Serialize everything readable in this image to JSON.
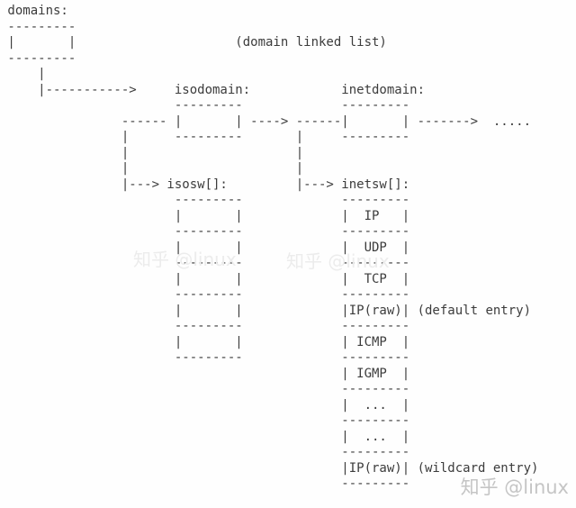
{
  "page": {
    "background": "#fefefe",
    "ink_color": "#3c3c3c"
  },
  "diagram": {
    "caption": "(domain linked list)",
    "head_label": "domains:",
    "domain_nodes": [
      "isodomain:",
      "inetdomain:"
    ],
    "protosw_arrays": [
      "isosw[]:",
      "inetsw[]:"
    ],
    "isosw_entries": [
      "",
      "",
      "",
      "",
      ""
    ],
    "inetsw_entries": [
      "IP",
      "UDP",
      "TCP",
      "IP(raw)",
      "ICMP",
      "IGMP",
      "...",
      "...",
      "IP(raw)"
    ],
    "entry_notes": {
      "default": "(default entry)",
      "wildcard": "(wildcard entry)"
    },
    "continuation": ".....",
    "lines": [
      " domains:",
      " ---------",
      " |       |                     (domain linked list)",
      " ---------",
      "     |",
      "     |----------->     isodomain:            inetdomain:",
      "                       ---------             ---------",
      "                ------ |       | ----> ------|       | ------->  .....",
      "                |      ---------       |     ---------",
      "                |                      |",
      "                |                      |",
      "                |---> isosw[]:         |---> inetsw[]:",
      "                       ---------             ---------",
      "                       |       |             |  IP   |",
      "                       ---------             ---------",
      "                       |       |             |  UDP  |",
      "                       ---------             ---------",
      "                       |       |             |  TCP  |",
      "                       ---------             ---------",
      "                       |       |             |IP(raw)| (default entry)",
      "                       ---------             ---------",
      "                       |       |             | ICMP  |",
      "                       ---------             ---------",
      "                                             | IGMP  |",
      "                                             ---------",
      "                                             |  ...  |",
      "                                             ---------",
      "                                             |  ...  |",
      "                                             ---------",
      "                                             |IP(raw)| (wildcard entry)",
      "                                             ---------"
    ]
  },
  "watermark": {
    "text": "知乎 @linux",
    "color": "#c5c5c5",
    "faint_color": "#ececec"
  }
}
